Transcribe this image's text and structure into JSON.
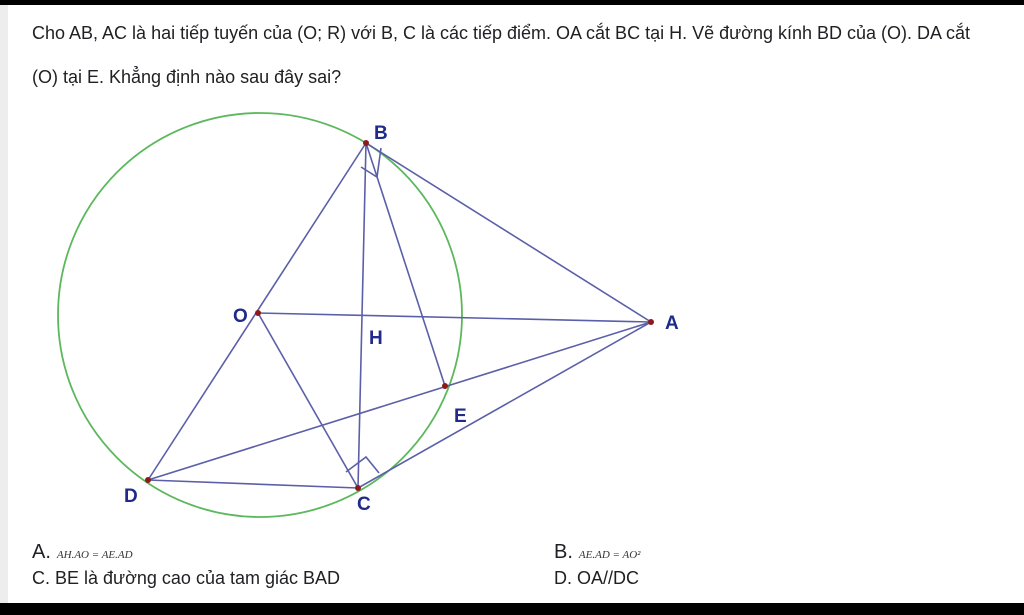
{
  "question": {
    "line1": "Cho AB, AC là hai tiếp tuyến của (O; R) với B, C là các tiếp điểm. OA cắt BC tại H. Vẽ đường kính BD của (O). DA cắt",
    "line2": "(O) tại E. Khẳng định nào sau đây sai?"
  },
  "figure": {
    "labels": {
      "B": "B",
      "O": "O",
      "H": "H",
      "A": "A",
      "E": "E",
      "D": "D",
      "C": "C"
    },
    "colors": {
      "circle": "#5cb85c",
      "segment": "#5b5fa8",
      "point": "#8b1a1a",
      "label": "#1f2a8a"
    }
  },
  "options": {
    "a": {
      "letter": "A.",
      "text": "AH.AO = AE.AD"
    },
    "b": {
      "letter": "B.",
      "text": "AE.AD = AO²"
    },
    "c": {
      "letter": "C.",
      "text": "BE là đường cao của tam giác BAD"
    },
    "d": {
      "letter": "D.",
      "text": "OA//DC"
    }
  }
}
